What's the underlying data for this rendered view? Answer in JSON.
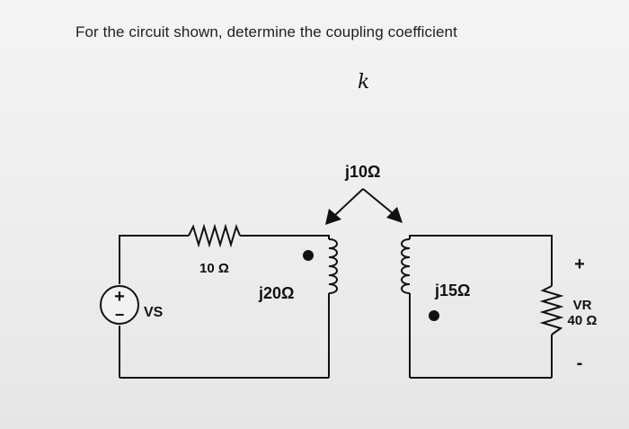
{
  "question": "For the circuit shown, determine the coupling coefficient",
  "variable": "k",
  "labels": {
    "mutual": "j10Ω",
    "r1": "10 Ω",
    "l1": "j20Ω",
    "l2": "j15Ω",
    "source_name": "VS",
    "source_plus": "+",
    "source_minus": "−",
    "vr_plus": "+",
    "vr_name": "VR",
    "vr_value": "40 Ω",
    "vr_minus": "-"
  }
}
